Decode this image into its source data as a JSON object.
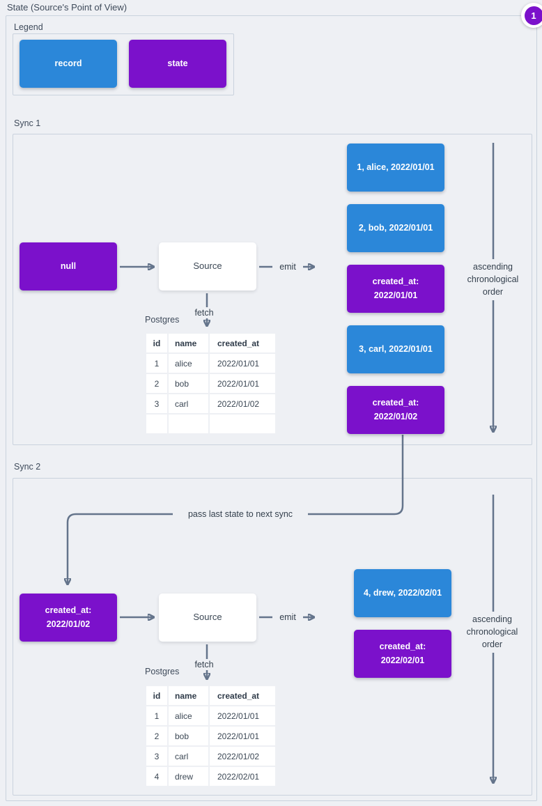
{
  "page": {
    "title": "State (Source's Point of View)",
    "badge": "1",
    "colors": {
      "record": "#2b87d9",
      "state": "#7b11cb",
      "arrow": "#64748b",
      "background": "#eef0f4"
    }
  },
  "legend": {
    "label": "Legend",
    "items": [
      {
        "type": "record",
        "label": "record"
      },
      {
        "type": "state",
        "label": "state"
      }
    ]
  },
  "connector": {
    "label": "pass last state to next sync"
  },
  "sync1": {
    "label": "Sync 1",
    "input_state": "null",
    "source": "Source",
    "emit_label": "emit",
    "fetch_label": "fetch",
    "database_label": "Postgres",
    "table": {
      "headers": [
        "id",
        "name",
        "created_at"
      ],
      "rows": [
        [
          "1",
          "alice",
          "2022/01/01"
        ],
        [
          "2",
          "bob",
          "2022/01/01"
        ],
        [
          "3",
          "carl",
          "2022/01/02"
        ],
        [
          "",
          "",
          ""
        ]
      ]
    },
    "emitted": [
      {
        "type": "record",
        "text": "1, alice, 2022/01/01"
      },
      {
        "type": "record",
        "text": "2, bob, 2022/01/01"
      },
      {
        "type": "state",
        "text": "created_at:\n2022/01/01"
      },
      {
        "type": "record",
        "text": "3, carl, 2022/01/01"
      },
      {
        "type": "state",
        "text": "created_at:\n2022/01/02"
      }
    ],
    "order_label": "ascending chronological order"
  },
  "sync2": {
    "label": "Sync 2",
    "input_state": "created_at:\n2022/01/02",
    "source": "Source",
    "emit_label": "emit",
    "fetch_label": "fetch",
    "database_label": "Postgres",
    "table": {
      "headers": [
        "id",
        "name",
        "created_at"
      ],
      "rows": [
        [
          "1",
          "alice",
          "2022/01/01"
        ],
        [
          "2",
          "bob",
          "2022/01/01"
        ],
        [
          "3",
          "carl",
          "2022/01/02"
        ],
        [
          "4",
          "drew",
          "2022/02/01"
        ]
      ]
    },
    "emitted": [
      {
        "type": "record",
        "text": "4, drew, 2022/02/01"
      },
      {
        "type": "state",
        "text": "created_at:\n2022/02/01"
      }
    ],
    "order_label": "ascending chronological order"
  }
}
